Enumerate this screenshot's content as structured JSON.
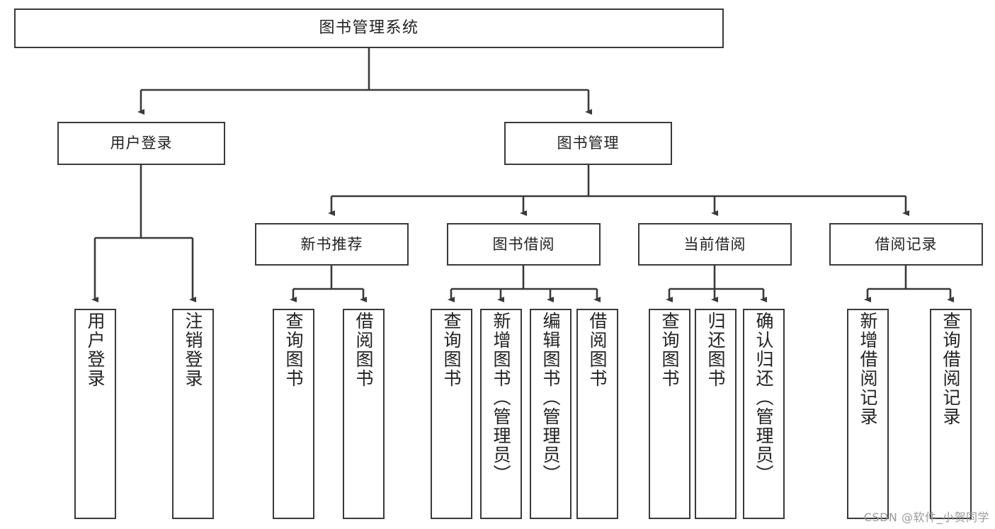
{
  "diagram": {
    "title": "图书管理系统",
    "type": "tree",
    "watermark": "CSDN @软件_小贺同学",
    "colors": {
      "border": "#3a3a3a",
      "text": "#222222",
      "edge": "#3a3a3a",
      "background": "#ffffff",
      "watermark": "#9a9a9a"
    },
    "root": {
      "label": "图书管理系统"
    },
    "level2": [
      {
        "label": "用户登录"
      },
      {
        "label": "图书管理"
      }
    ],
    "level3": [
      {
        "label": "新书推荐"
      },
      {
        "label": "图书借阅"
      },
      {
        "label": "当前借阅"
      },
      {
        "label": "借阅记录"
      }
    ],
    "leaves": {
      "user_login": [
        {
          "label": "用户登录"
        },
        {
          "label": "注销登录"
        }
      ],
      "new_book": [
        {
          "label": "查询图书"
        },
        {
          "label": "借阅图书"
        }
      ],
      "book_borrow": [
        {
          "label": "查询图书"
        },
        {
          "label": "新增图书（管理员）"
        },
        {
          "label": "编辑图书（管理员）"
        },
        {
          "label": "借阅图书"
        }
      ],
      "current_borrow": [
        {
          "label": "查询图书"
        },
        {
          "label": "归还图书"
        },
        {
          "label": "确认归还（管理员）"
        }
      ],
      "borrow_record": [
        {
          "label": "新增借阅记录"
        },
        {
          "label": "查询借阅记录"
        }
      ]
    }
  }
}
